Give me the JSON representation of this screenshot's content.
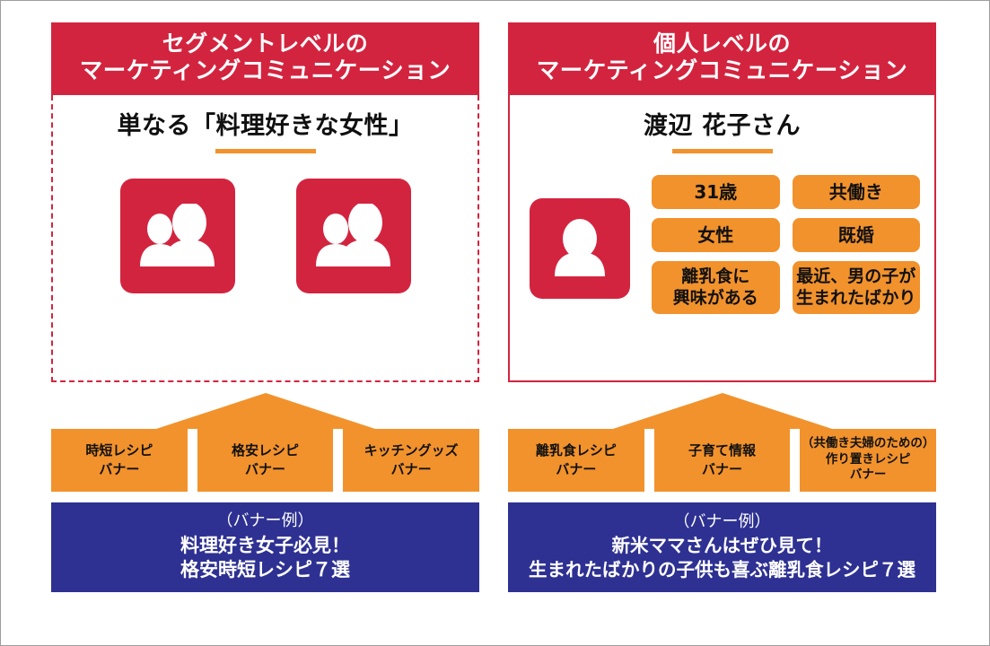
{
  "left": {
    "header_line1": "セグメントレベルの",
    "header_line2": "マーケティングコミュニケーション",
    "persona_title": "単なる「料理好きな女性」",
    "icon_1": "group-people-icon",
    "icon_2": "group-people-icon",
    "banners": [
      {
        "line1": "時短レシピ",
        "line2": "バナー"
      },
      {
        "line1": "格安レシピ",
        "line2": "バナー"
      },
      {
        "line1": "キッチングッズ",
        "line2": "バナー"
      }
    ],
    "example": {
      "eyebrow": "（バナー例）",
      "headline1": "料理好き女子必見！",
      "headline2": "格安時短レシピ７選"
    }
  },
  "right": {
    "header_line1": "個人レベルの",
    "header_line2": "マーケティングコミュニケーション",
    "persona_title": "渡辺 花子さん",
    "icon_1": "single-person-icon",
    "tags_row1": [
      {
        "line1": "31歳"
      },
      {
        "line1": "共働き"
      }
    ],
    "tags_row2": [
      {
        "line1": "女性"
      },
      {
        "line1": "既婚"
      }
    ],
    "tags_row3": [
      {
        "line1": "離乳食に",
        "line2": "興味がある"
      },
      {
        "line1": "最近、男の子が",
        "line2": "生まれたばかり"
      }
    ],
    "banners": [
      {
        "line1": "離乳食レシピ",
        "line2": "バナー"
      },
      {
        "line1": "子育て情報",
        "line2": "バナー"
      },
      {
        "line1": "（共働き夫婦のための）",
        "line2": "作り置きレシピ",
        "line3": "バナー"
      }
    ],
    "example": {
      "eyebrow": "（バナー例）",
      "headline1": "新米ママさんはぜひ見て！",
      "headline2": "生まれたばかりの子供も喜ぶ離乳食レシピ７選"
    }
  },
  "colors": {
    "red": "#D3243F",
    "orange": "#F2922C",
    "blue": "#2E3192",
    "text_dark": "#101010",
    "white": "#FFFFFF"
  }
}
